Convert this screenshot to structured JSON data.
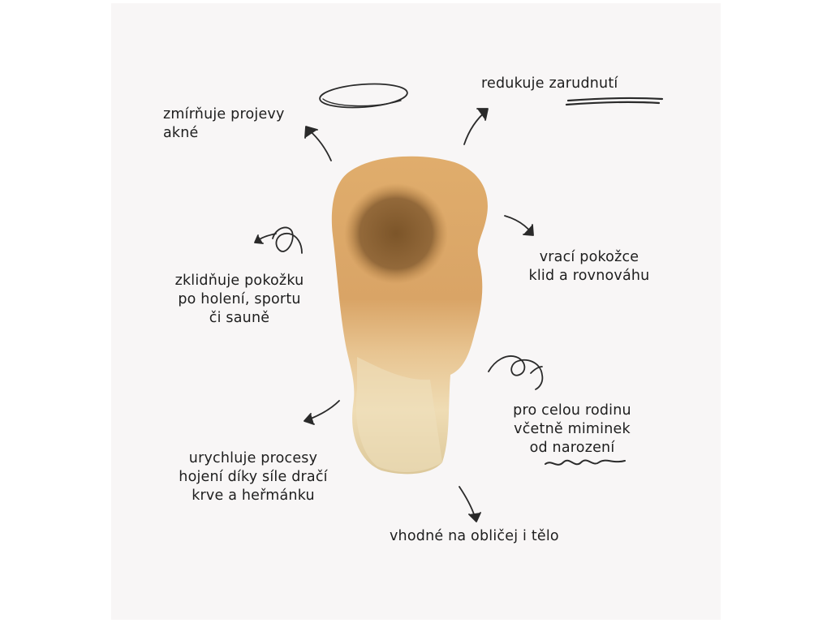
{
  "benefits": {
    "acne_prefix": "zmírňuje projevy",
    "acne_word": "akné",
    "redness": "redukuje zarudnutí",
    "balance": "vrací pokožce\nklid a rovnováhu",
    "soothe": "zklidňuje pokožku\npo holení, sportu\nči sauně",
    "family": "pro celou rodinu\nvčetně miminek\nod narození",
    "healing": "urychluje procesy\nhojení díky síle dračí\nkrve a heřmánku",
    "face_body": "vhodné na obličej i tělo"
  },
  "colors": {
    "panel_background": "#f8f6f6",
    "text": "#1e1e1e",
    "balm_top": "#d8a86a",
    "balm_center": "#8a6233",
    "balm_bottom": "#e6d3a8"
  },
  "icons": [
    "arrow-icon",
    "squiggle-icon",
    "underline-scribble-icon",
    "circle-scribble-icon"
  ]
}
